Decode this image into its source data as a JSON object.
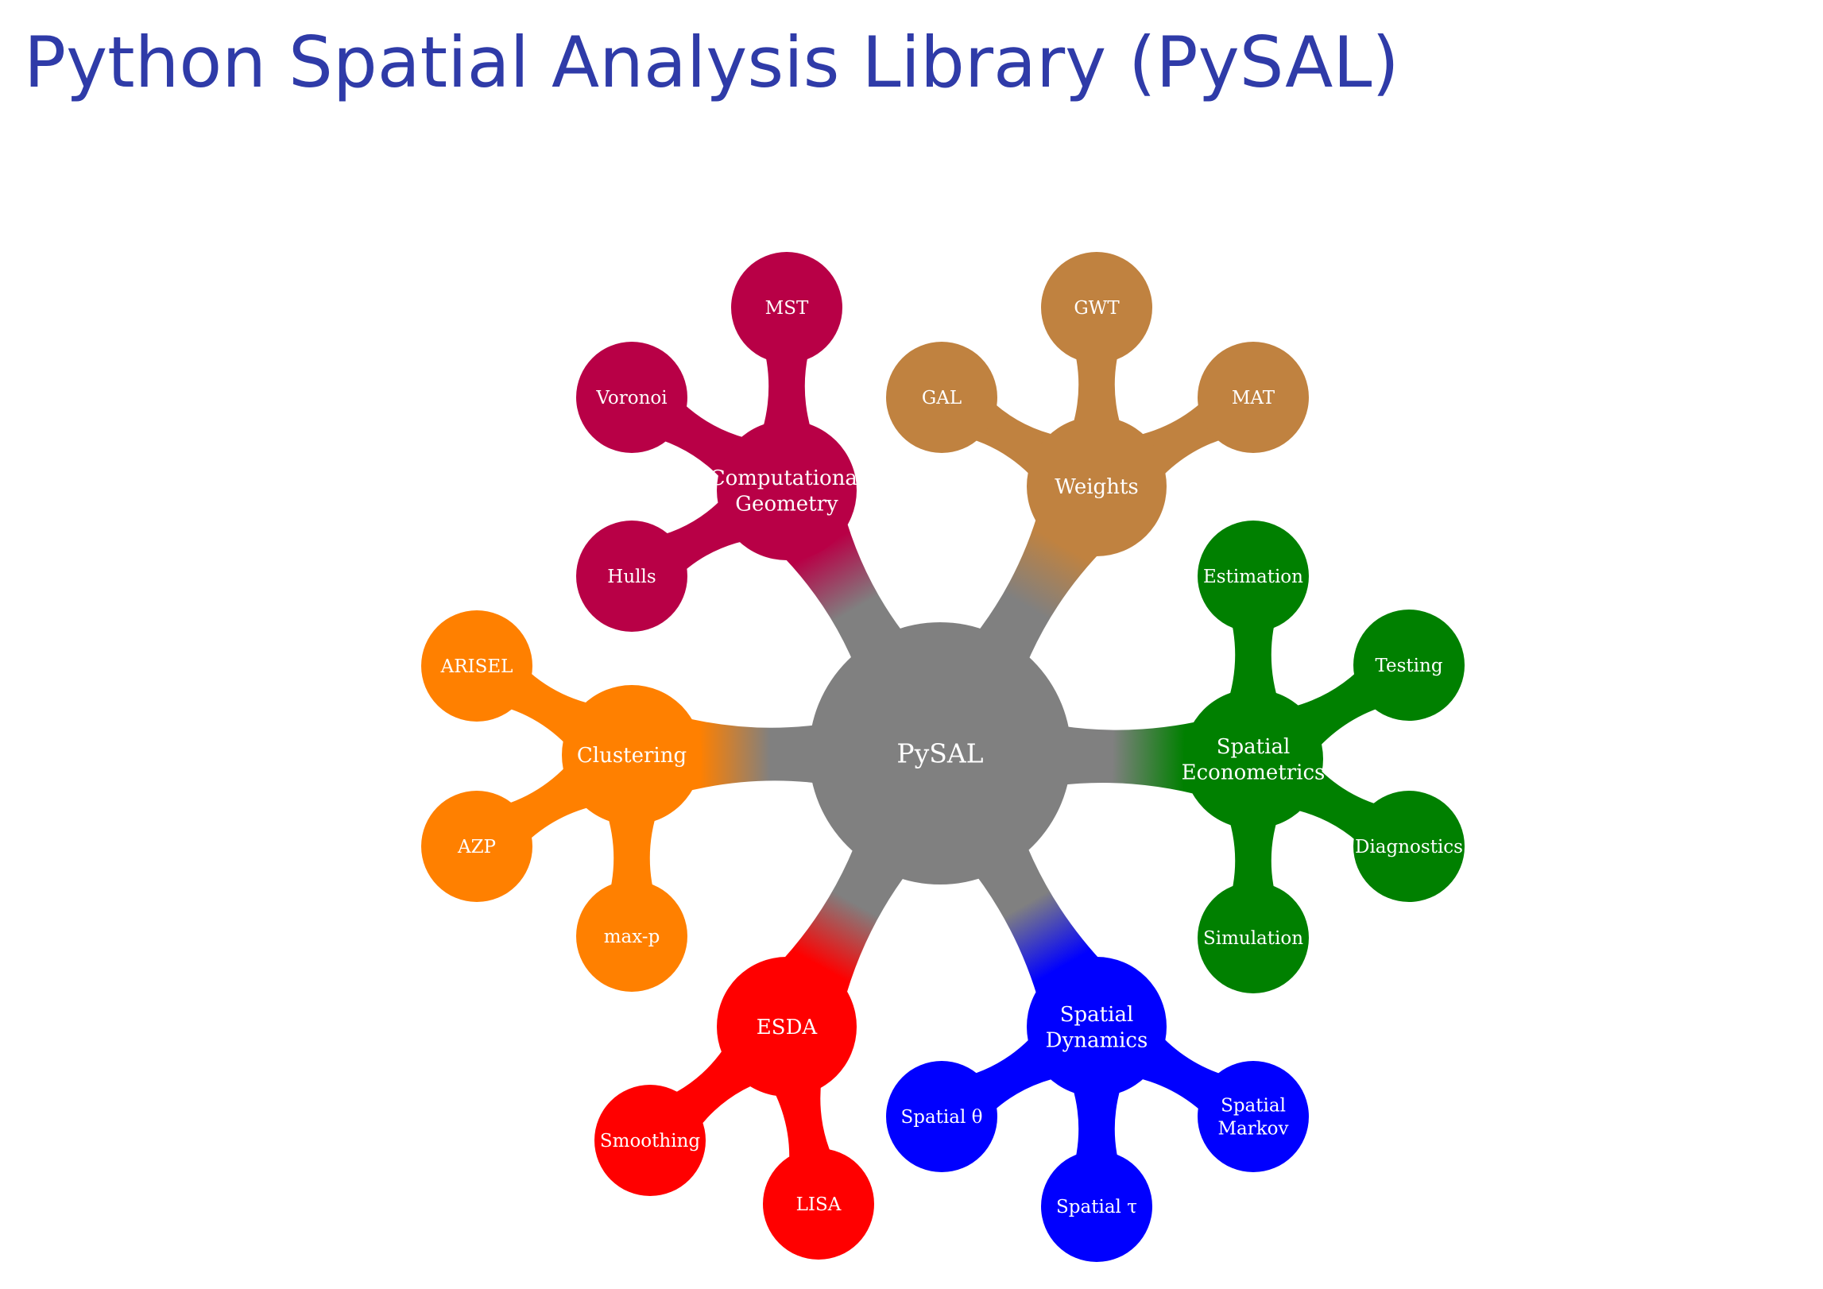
{
  "title": "Python Spatial Analysis Library (PySAL)",
  "mindmap": {
    "root": {
      "label": "PySAL",
      "color": "#808080"
    },
    "branches": [
      {
        "id": "computational-geometry",
        "label": "Computational Geometry",
        "label_lines": [
          "Computational",
          "Geometry"
        ],
        "color": "#b80046",
        "leaves": [
          {
            "id": "mst",
            "label": "MST",
            "label_lines": [
              "MST"
            ]
          },
          {
            "id": "voronoi",
            "label": "Voronoi",
            "label_lines": [
              "Voronoi"
            ]
          },
          {
            "id": "hulls",
            "label": "Hulls",
            "label_lines": [
              "Hulls"
            ]
          }
        ]
      },
      {
        "id": "weights",
        "label": "Weights",
        "label_lines": [
          "Weights"
        ],
        "color": "#c08240",
        "leaves": [
          {
            "id": "gwt",
            "label": "GWT",
            "label_lines": [
              "GWT"
            ]
          },
          {
            "id": "gal",
            "label": "GAL",
            "label_lines": [
              "GAL"
            ]
          },
          {
            "id": "mat",
            "label": "MAT",
            "label_lines": [
              "MAT"
            ]
          }
        ]
      },
      {
        "id": "clustering",
        "label": "Clustering",
        "label_lines": [
          "Clustering"
        ],
        "color": "#ff8000",
        "leaves": [
          {
            "id": "arisel",
            "label": "ARISEL",
            "label_lines": [
              "ARISEL"
            ]
          },
          {
            "id": "azp",
            "label": "AZP",
            "label_lines": [
              "AZP"
            ]
          },
          {
            "id": "max-p",
            "label": "max-p",
            "label_lines": [
              "max-p"
            ]
          }
        ]
      },
      {
        "id": "spatial-econometrics",
        "label": "Spatial Econometrics",
        "label_lines": [
          "Spatial",
          "Econometrics"
        ],
        "color": "#008000",
        "leaves": [
          {
            "id": "estimation",
            "label": "Estimation",
            "label_lines": [
              "Estimation"
            ]
          },
          {
            "id": "testing",
            "label": "Testing",
            "label_lines": [
              "Testing"
            ]
          },
          {
            "id": "diagnostics",
            "label": "Diagnostics",
            "label_lines": [
              "Diagnostics"
            ]
          },
          {
            "id": "simulation",
            "label": "Simulation",
            "label_lines": [
              "Simulation"
            ]
          }
        ]
      },
      {
        "id": "esda",
        "label": "ESDA",
        "label_lines": [
          "ESDA"
        ],
        "color": "#ff0000",
        "leaves": [
          {
            "id": "smoothing",
            "label": "Smoothing",
            "label_lines": [
              "Smoothing"
            ]
          },
          {
            "id": "lisa",
            "label": "LISA",
            "label_lines": [
              "LISA"
            ]
          }
        ]
      },
      {
        "id": "spatial-dynamics",
        "label": "Spatial Dynamics",
        "label_lines": [
          "Spatial",
          "Dynamics"
        ],
        "color": "#0000ff",
        "leaves": [
          {
            "id": "spatial-theta",
            "label": "Spatial θ",
            "label_lines": [
              "Spatial θ"
            ]
          },
          {
            "id": "spatial-markov",
            "label": "Spatial Markov",
            "label_lines": [
              "Spatial",
              "Markov"
            ]
          },
          {
            "id": "spatial-tau",
            "label": "Spatial τ",
            "label_lines": [
              "Spatial τ"
            ]
          }
        ]
      }
    ]
  }
}
